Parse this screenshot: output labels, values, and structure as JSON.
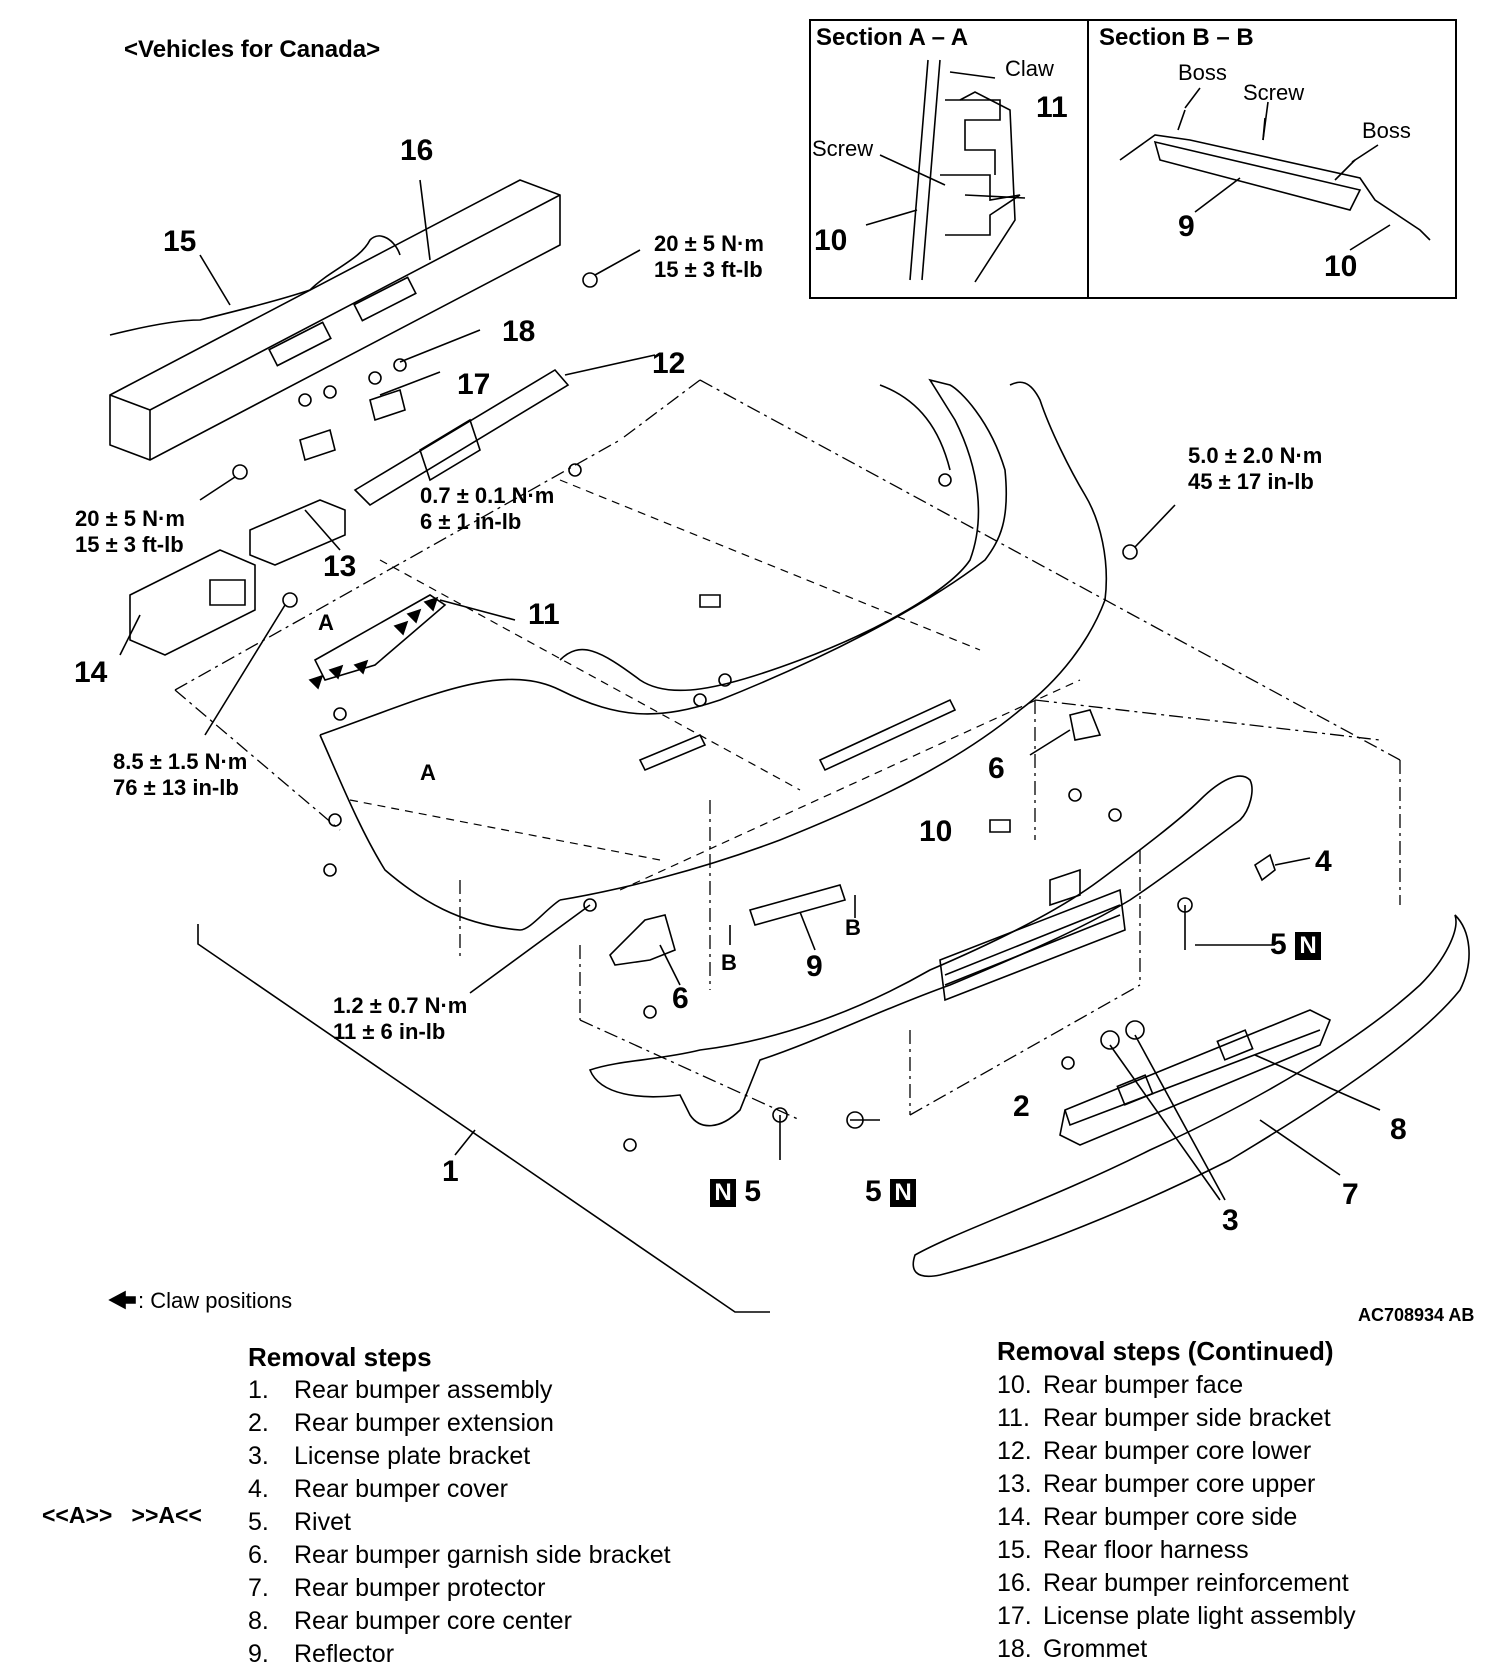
{
  "header": {
    "vehicle_note": "<Vehicles for Canada>"
  },
  "figure_code": "AC708934 AB",
  "claw_legend": ": Claw positions",
  "section_a": {
    "title": "Section A – A",
    "labels": {
      "claw": "Claw",
      "screw": "Screw",
      "part_11": "11",
      "part_10": "10"
    }
  },
  "section_b": {
    "title": "Section B – B",
    "labels": {
      "boss_left": "Boss",
      "screw": "Screw",
      "boss_right": "Boss",
      "part_9": "9",
      "part_10": "10"
    }
  },
  "callouts": {
    "c1": "1",
    "c2": "2",
    "c3": "3",
    "c4": "4",
    "c5a": "5",
    "c5b": "5",
    "c5c": "5",
    "c6a": "6",
    "c6b": "6",
    "c7": "7",
    "c8": "8",
    "c9": "9",
    "c10": "10",
    "c11": "11",
    "c12": "12",
    "c13": "13",
    "c14": "14",
    "c15": "15",
    "c16": "16",
    "c17": "17",
    "c18": "18",
    "sec_a_top": "A",
    "sec_a_bottom": "A",
    "sec_b_left": "B",
    "sec_b_right": "B",
    "n_mark": "N"
  },
  "torques": {
    "t_reinf_top": [
      "20 ± 5 N·m",
      "15 ± 3 ft-lb"
    ],
    "t_reinf_left": [
      "20 ± 5 N·m",
      "15 ± 3 ft-lb"
    ],
    "t_core_lower": [
      "0.7 ± 0.1 N·m",
      "6 ± 1 in-lb"
    ],
    "t_right_side": [
      "5.0 ± 2.0 N·m",
      "45 ± 17 in-lb"
    ],
    "t_core_side": [
      "8.5 ± 1.5 N·m",
      "76 ± 13 in-lb"
    ],
    "t_garnish": [
      "1.2 ± 0.7 N·m",
      "11 ± 6 in-lb"
    ]
  },
  "removal_steps": {
    "title": "Removal steps",
    "note": "<<A>>   >>A<<",
    "items": [
      {
        "num": "1.",
        "label": "Rear bumper assembly"
      },
      {
        "num": "2.",
        "label": "Rear bumper extension"
      },
      {
        "num": "3.",
        "label": "License plate bracket"
      },
      {
        "num": "4.",
        "label": "Rear bumper cover"
      },
      {
        "num": "5.",
        "label": "Rivet"
      },
      {
        "num": "6.",
        "label": "Rear bumper garnish side bracket"
      },
      {
        "num": "7.",
        "label": "Rear bumper protector"
      },
      {
        "num": "8.",
        "label": "Rear bumper core center"
      },
      {
        "num": "9.",
        "label": "Reflector"
      }
    ]
  },
  "removal_steps_cont": {
    "title": "Removal steps (Continued)",
    "items": [
      {
        "num": "10.",
        "label": "Rear bumper face"
      },
      {
        "num": "11.",
        "label": "Rear bumper side bracket"
      },
      {
        "num": "12.",
        "label": "Rear bumper core lower"
      },
      {
        "num": "13.",
        "label": "Rear bumper core upper"
      },
      {
        "num": "14.",
        "label": "Rear bumper core side"
      },
      {
        "num": "15.",
        "label": "Rear floor harness"
      },
      {
        "num": "16.",
        "label": "Rear bumper reinforcement"
      },
      {
        "num": "17.",
        "label": "License plate light assembly"
      },
      {
        "num": "18.",
        "label": "Grommet"
      }
    ]
  }
}
